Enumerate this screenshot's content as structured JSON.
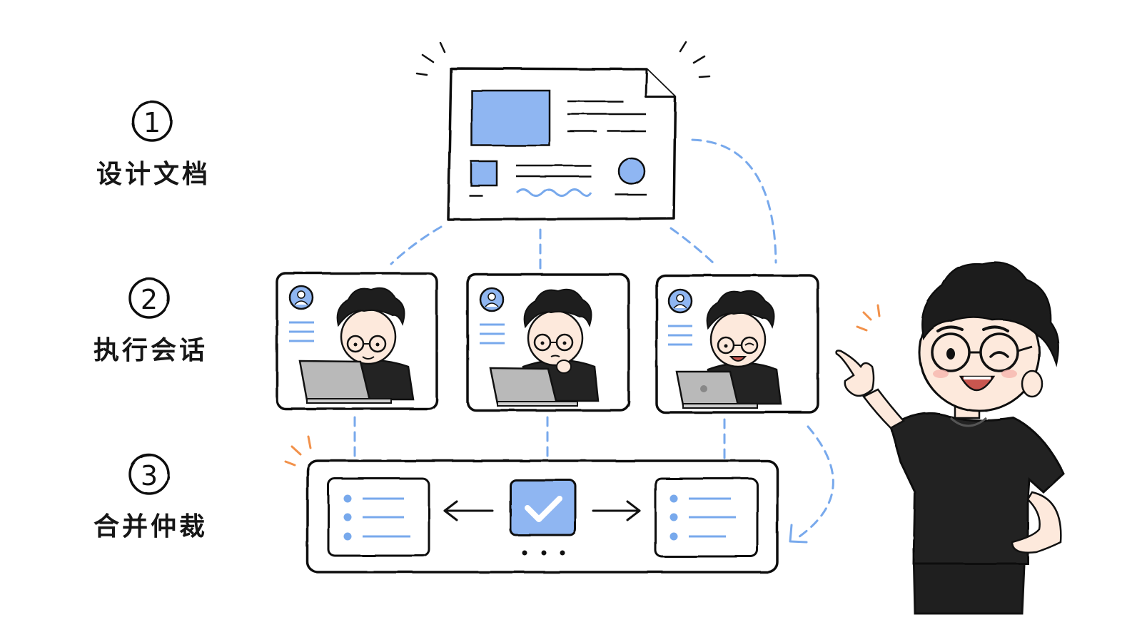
{
  "steps": [
    {
      "number": "1",
      "label": "设计文档"
    },
    {
      "number": "2",
      "label": "执行会话"
    },
    {
      "number": "3",
      "label": "合并仲裁"
    }
  ],
  "colors": {
    "ink": "#111111",
    "accent_blue": "#8fb6f2",
    "dash_blue": "#78a9ec",
    "spark_orange": "#f2914a",
    "shirt": "#232323",
    "skin": "#fde9dc",
    "hair": "#1e1e1e",
    "laptop": "#b9b9b9"
  },
  "icons": {
    "document": "design-document-icon",
    "check": "check-icon",
    "avatar": "user-avatar-icon"
  }
}
